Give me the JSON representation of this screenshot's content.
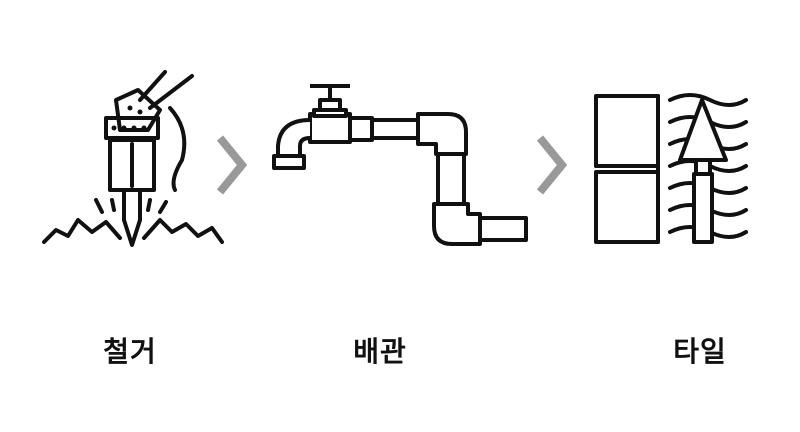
{
  "steps": [
    {
      "label": "철거",
      "icon": "jackhammer-icon"
    },
    {
      "label": "배관",
      "icon": "pipe-faucet-icon"
    },
    {
      "label": "타일",
      "icon": "tile-trowel-icon"
    }
  ],
  "arrow_icon": "chevron-right-icon",
  "colors": {
    "ink": "#111111",
    "arrow": "#999999",
    "background": "#ffffff"
  }
}
